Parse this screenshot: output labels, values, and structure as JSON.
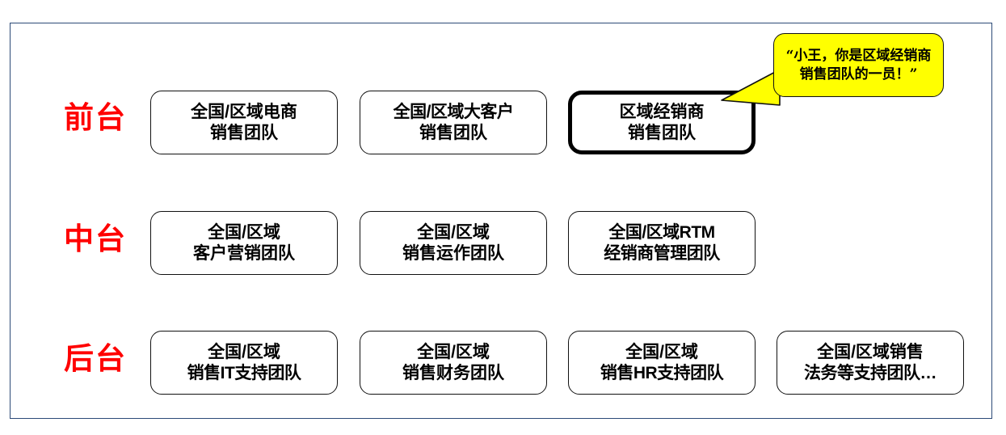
{
  "frame": {
    "border_color": "#2c4a77",
    "background": "#ffffff"
  },
  "rows": [
    {
      "key": "front",
      "label": "前台",
      "label_color": "#ff0000",
      "boxes": [
        {
          "line1": "全国/区域电商",
          "line2": "销售团队",
          "highlight": false
        },
        {
          "line1": "全国/区域大客户",
          "line2": "销售团队",
          "highlight": false
        },
        {
          "line1": "区域经销商",
          "line2": "销售团队",
          "highlight": true
        }
      ]
    },
    {
      "key": "middle",
      "label": "中台",
      "label_color": "#ff0000",
      "boxes": [
        {
          "line1": "全国/区域",
          "line2": "客户营销团队",
          "highlight": false
        },
        {
          "line1": "全国/区域",
          "line2": "销售运作团队",
          "highlight": false
        },
        {
          "line1": "全国/区域RTM",
          "line2": "经销商管理团队",
          "highlight": false
        }
      ]
    },
    {
      "key": "back",
      "label": "后台",
      "label_color": "#ff0000",
      "boxes": [
        {
          "line1": "全国/区域",
          "line2": "销售IT支持团队",
          "highlight": false
        },
        {
          "line1": "全国/区域",
          "line2": "销售财务团队",
          "highlight": false
        },
        {
          "line1": "全国/区域",
          "line2": "销售HR支持团队",
          "highlight": false
        },
        {
          "line1": "全国/区域销售",
          "line2": "法务等支持团队…",
          "highlight": false
        }
      ]
    }
  ],
  "callout": {
    "text": "“小王，你是区域经销商销售团队的一员！”",
    "fill_color": "#ffff00",
    "border_color": "#111111",
    "points_to": "区域经销商销售团队"
  }
}
